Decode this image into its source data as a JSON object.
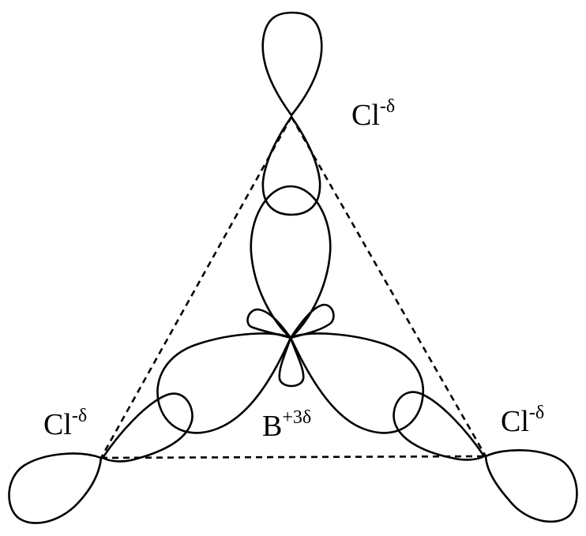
{
  "labels": {
    "cl_top": {
      "base": "Cl",
      "sup": "-δ"
    },
    "cl_left": {
      "base": "Cl",
      "sup": "-δ"
    },
    "cl_right": {
      "base": "Cl",
      "sup": "-δ"
    },
    "boron": {
      "base": "B",
      "sup": "+3δ"
    }
  },
  "colors": {
    "stroke": "#000000",
    "background": "#ffffff"
  }
}
